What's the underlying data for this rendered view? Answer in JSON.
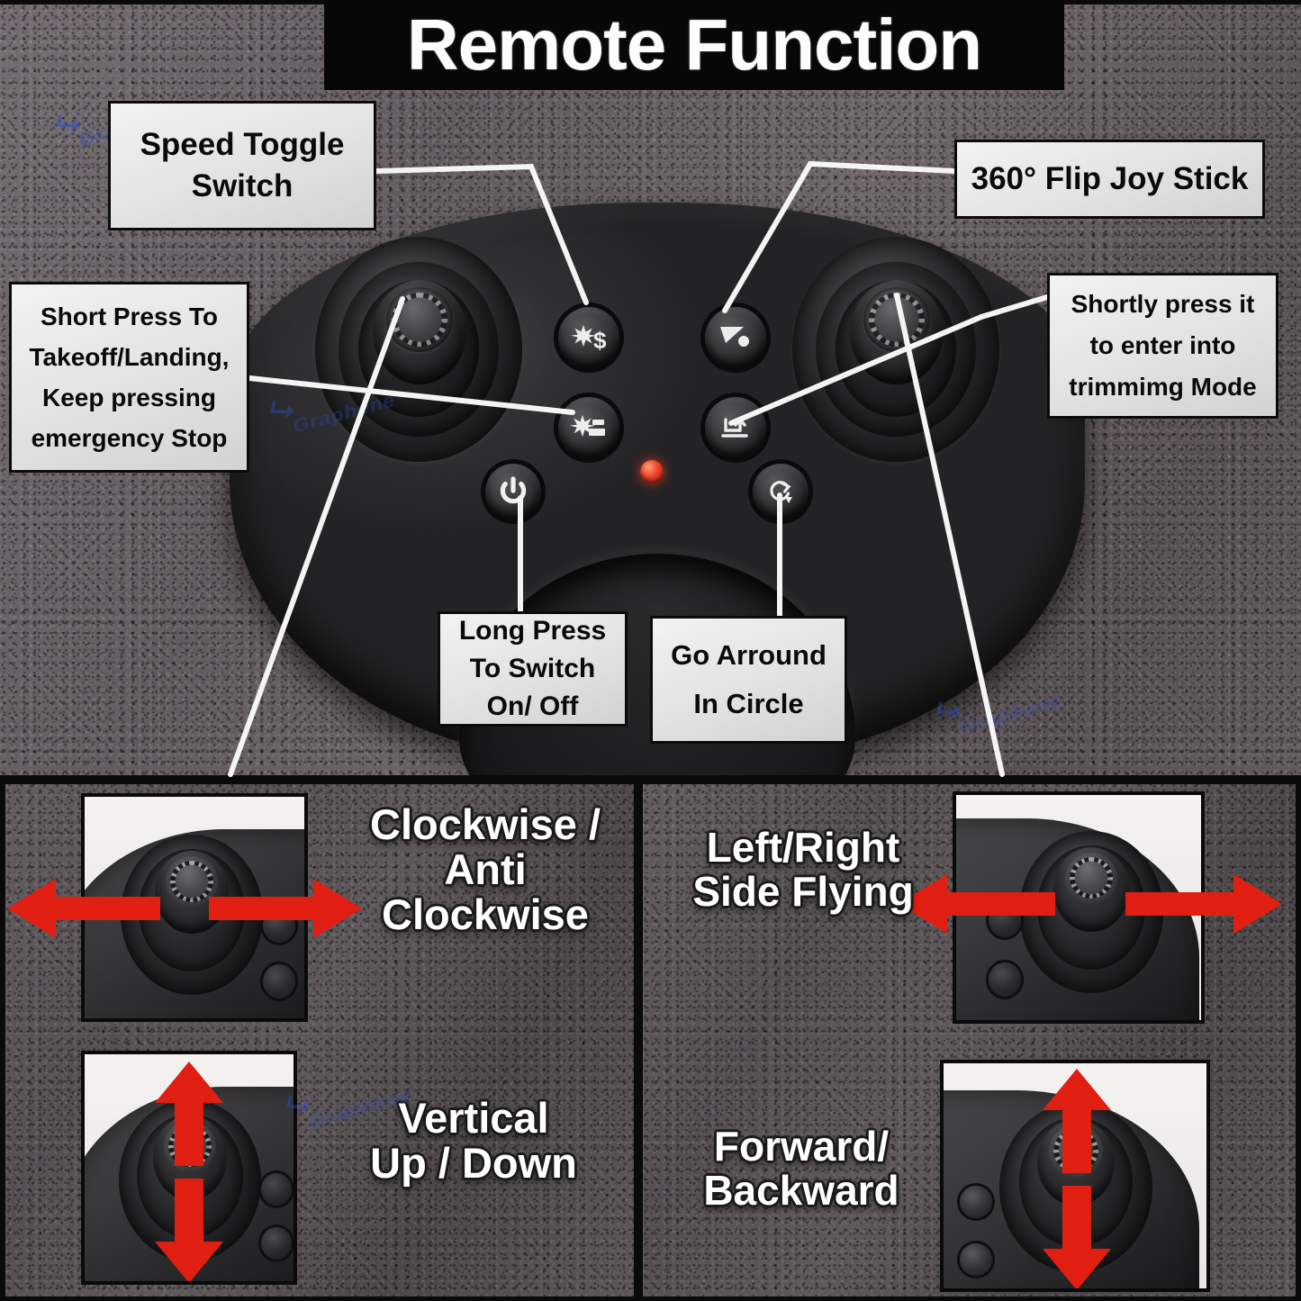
{
  "title": "Remote Function",
  "watermark": "Graphene",
  "colors": {
    "banner_bg": "#070707",
    "label_bg": "#eaeae8",
    "label_border": "#0b0b0b",
    "led_red": "#f0472a",
    "arrow_red": "#e01f12",
    "outline_text": "#ffffff",
    "panel_divider": "#0a0a0a"
  },
  "callouts": [
    {
      "id": "speed-toggle-switch",
      "lines": [
        "Speed Toggle",
        "Switch"
      ]
    },
    {
      "id": "flip-joy-stick",
      "lines": [
        "360° Flip Joy Stick"
      ]
    },
    {
      "id": "takeoff-landing",
      "lines": [
        "Short Press To",
        "Takeoff/Landing,",
        "Keep pressing",
        "emergency Stop"
      ]
    },
    {
      "id": "trimming-mode",
      "lines": [
        "Shortly press it",
        "to enter into",
        "trimmimg Mode"
      ]
    },
    {
      "id": "power-switch",
      "lines": [
        "Long Press",
        "To Switch",
        "On/ Off"
      ]
    },
    {
      "id": "circle-mode",
      "lines": [
        "Go Arround",
        "In Circle"
      ]
    }
  ],
  "controller": {
    "buttons": [
      {
        "id": "speed-toggle-button",
        "icon": "asterisk-dollar-icon"
      },
      {
        "id": "flip-button",
        "icon": "play-dot-icon"
      },
      {
        "id": "takeoff-landing-button",
        "icon": "asterisk-lines-icon"
      },
      {
        "id": "trim-button",
        "icon": "drone-landing-icon"
      },
      {
        "id": "power-button",
        "icon": "power-icon"
      },
      {
        "id": "circle-button",
        "icon": "circle-arrow-icon"
      }
    ],
    "led": {
      "id": "status-led",
      "color": "#f0472a"
    },
    "sticks": [
      {
        "id": "left-joystick"
      },
      {
        "id": "right-joystick"
      }
    ]
  },
  "panels": [
    {
      "id": "panel-left-stick",
      "quadrants": [
        {
          "id": "quad-yaw",
          "label_lines": [
            "Clockwise /",
            "Anti",
            "Clockwise"
          ],
          "arrow": "horizontal-double-arrow",
          "stick": "left-joystick-closeup"
        },
        {
          "id": "quad-throttle",
          "label_lines": [
            "Vertical",
            "Up / Down"
          ],
          "arrow": "vertical-double-arrow",
          "stick": "left-joystick-closeup"
        }
      ]
    },
    {
      "id": "panel-right-stick",
      "quadrants": [
        {
          "id": "quad-roll",
          "label_lines": [
            "Left/Right",
            "Side Flying"
          ],
          "arrow": "horizontal-double-arrow",
          "stick": "right-joystick-closeup"
        },
        {
          "id": "quad-pitch",
          "label_lines": [
            "Forward/",
            "Backward"
          ],
          "arrow": "vertical-double-arrow",
          "stick": "right-joystick-closeup"
        }
      ]
    }
  ]
}
